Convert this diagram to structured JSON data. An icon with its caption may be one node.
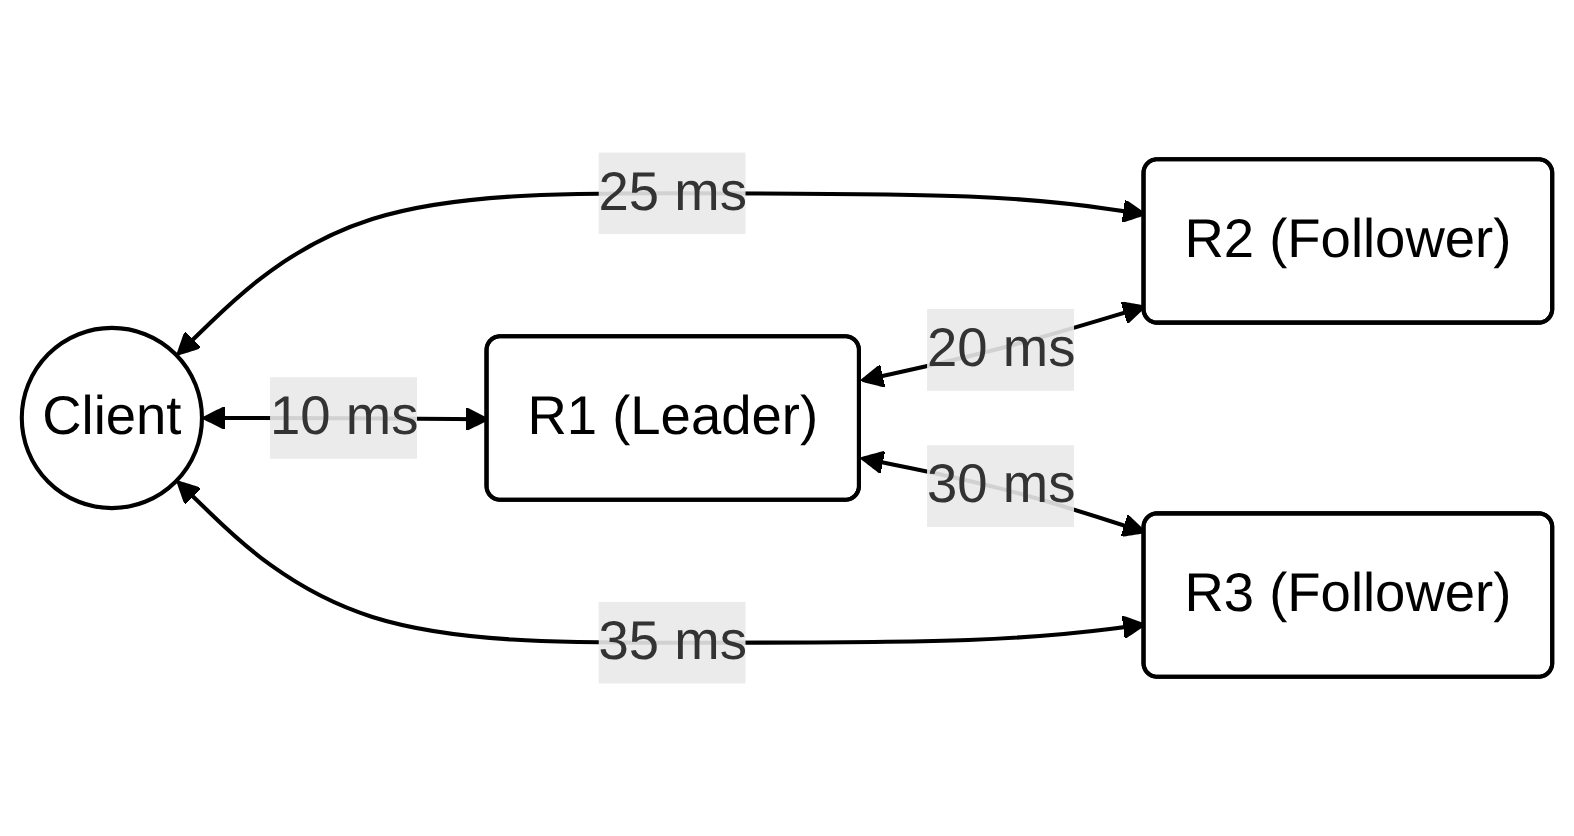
{
  "diagram": {
    "nodes": [
      {
        "text": [
          "Client"
        ]
      },
      {
        "text": [
          "R1 (Leader)"
        ]
      },
      {
        "text": [
          "R2 (Follower)"
        ]
      },
      {
        "text": [
          "R3 (Follower)"
        ]
      }
    ],
    "edges": [
      {
        "from": 0,
        "to": 2,
        "arrow": "both",
        "label": "25 ms"
      },
      {
        "from": 1,
        "to": 2,
        "arrow": "both",
        "label": "20 ms"
      },
      {
        "from": 0,
        "to": 1,
        "arrow": "both",
        "label": "10 ms"
      },
      {
        "from": 1,
        "to": 3,
        "arrow": "both",
        "label": "30 ms"
      },
      {
        "from": 0,
        "to": 3,
        "arrow": "both",
        "label": "35 ms"
      }
    ]
  }
}
